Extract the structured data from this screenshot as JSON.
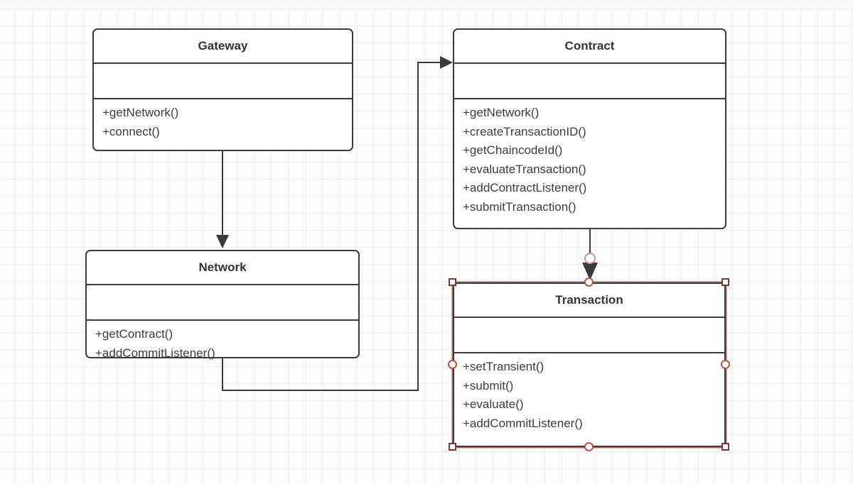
{
  "diagram": {
    "type": "uml-class-diagram",
    "classes": [
      {
        "name": "Gateway",
        "attributes": [],
        "methods": [
          "+getNetwork()",
          "+connect()"
        ]
      },
      {
        "name": "Contract",
        "attributes": [],
        "methods": [
          "+getNetwork()",
          "+createTransactionID()",
          "+getChaincodeId()",
          "+evaluateTransaction()",
          "+addContractListener()",
          "+submitTransaction()"
        ]
      },
      {
        "name": "Network",
        "attributes": [],
        "methods": [
          "+getContract()",
          "+addCommitListener()"
        ]
      },
      {
        "name": "Transaction",
        "attributes": [],
        "methods": [
          "+setTransient()",
          "+submit()",
          "+evaluate()",
          "+addCommitListener()"
        ]
      }
    ],
    "edges": [
      {
        "from": "Gateway",
        "to": "Network",
        "style": "solid-arrow"
      },
      {
        "from": "Network",
        "to": "Contract",
        "style": "solid-arrow-orthogonal"
      },
      {
        "from": "Contract",
        "to": "Transaction",
        "style": "solid-arrow"
      }
    ],
    "selected_shape": "Transaction",
    "colors": {
      "shape_stroke": "#3b3b3b",
      "shape_fill": "#ffffff",
      "text": "#3c3c3c",
      "selection_square_border": "#763b3b",
      "selection_circle_border": "#b5504d",
      "selection_outline": "#a64d4d",
      "grid_line": "#ededed",
      "canvas_bg": "#fdfdfd"
    }
  }
}
